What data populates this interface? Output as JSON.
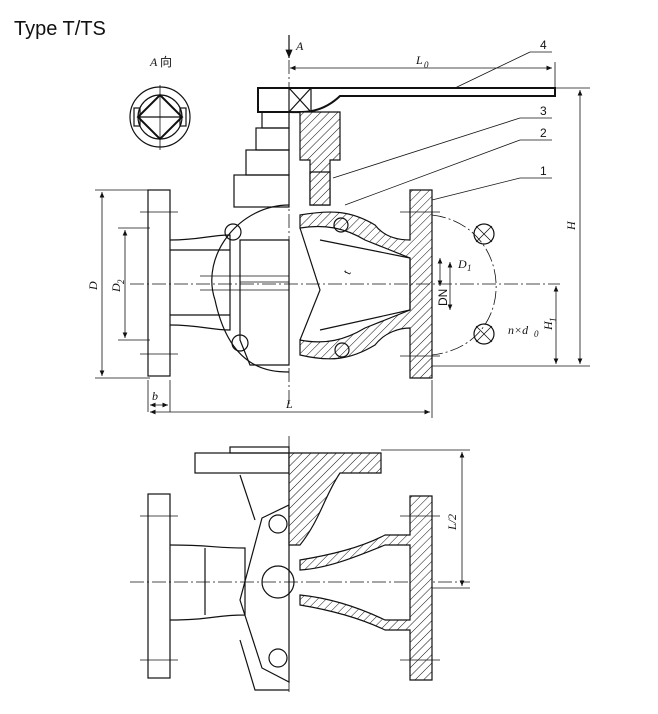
{
  "title": "Type  T/TS",
  "labels": {
    "view_a_letter": "A",
    "view_a_suffix": "向",
    "arrow_a": "A",
    "L0": "L",
    "L0_sub": "0",
    "H": "H",
    "H1": "H",
    "H1_sub": "1",
    "D": "D",
    "D2": "D",
    "D2_sub": "2",
    "D1": "D",
    "D1_sub": "1",
    "DN": "DN",
    "t": "t",
    "b": "b",
    "L": "L",
    "nd0": "n×d",
    "nd0_sub": "0",
    "half_L": "L/2"
  },
  "parts": [
    "4",
    "3",
    "2",
    "1"
  ]
}
